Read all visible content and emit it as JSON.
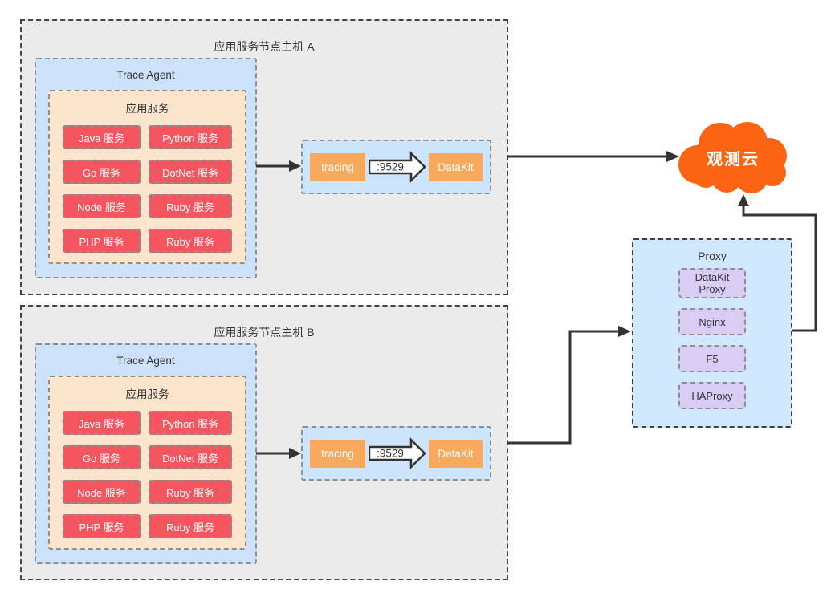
{
  "hosts": [
    {
      "title": "应用服务节点主机 A",
      "agent_title": "Trace Agent",
      "services_title": "应用服务",
      "services": [
        "Java 服务",
        "Python 服务",
        "Go 服务",
        "DotNet 服务",
        "Node 服务",
        "Ruby 服务",
        "PHP 服务",
        "Ruby 服务"
      ],
      "pipeline": {
        "tracing": "tracing",
        "port": ":9529",
        "datakit": "DataKit"
      }
    },
    {
      "title": "应用服务节点主机 B",
      "agent_title": "Trace Agent",
      "services_title": "应用服务",
      "services": [
        "Java 服务",
        "Python 服务",
        "Go 服务",
        "DotNet 服务",
        "Node 服务",
        "Ruby 服务",
        "PHP 服务",
        "Ruby 服务"
      ],
      "pipeline": {
        "tracing": "tracing",
        "port": ":9529",
        "datakit": "DataKit"
      }
    }
  ],
  "cloud": {
    "label": "观测云"
  },
  "proxy": {
    "title": "Proxy",
    "items": [
      "DataKit Proxy",
      "Nginx",
      "F5",
      "HAProxy"
    ]
  },
  "colors": {
    "host_fill": "#ebebeb",
    "agent_fill": "#cce2fa",
    "app_fill": "#fbe5cd",
    "service_fill": "#f4555e",
    "pipeline_fill": "#cde5fc",
    "orange_chip": "#f9a95c",
    "cloud": "#fa6413",
    "proxy_fill": "#d0e9fe",
    "proxy_item_fill": "#d9cdf6",
    "connector": "#333333"
  }
}
